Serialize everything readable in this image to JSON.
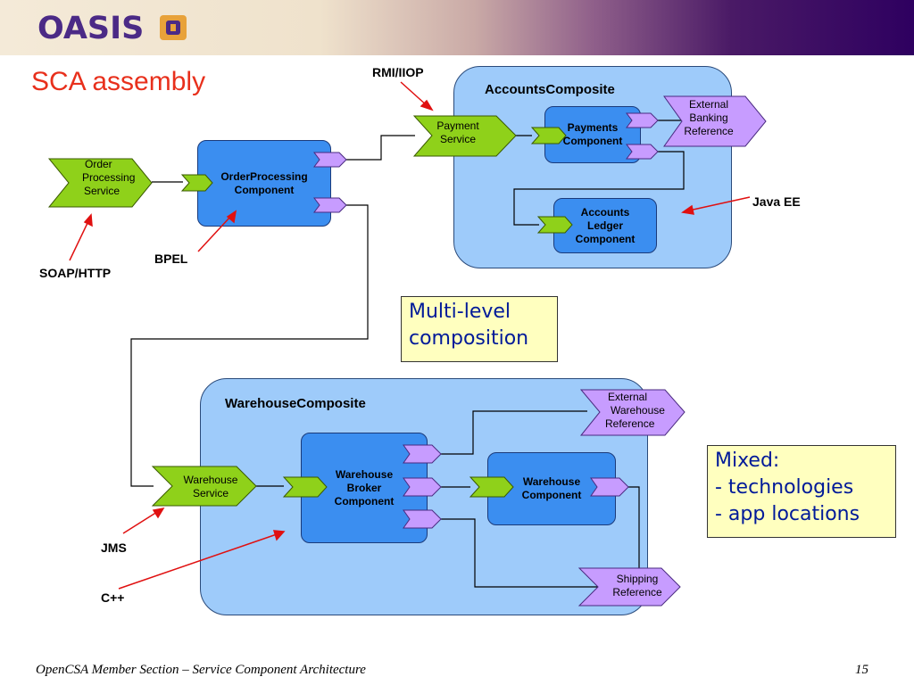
{
  "header": {
    "logo_text": "OASIS"
  },
  "title": "SCA assembly",
  "footer": {
    "text": "OpenCSA Member Section – Service Component Architecture",
    "page": "15"
  },
  "composites": {
    "accounts": {
      "title": "AccountsComposite"
    },
    "warehouse": {
      "title": "WarehouseComposite"
    }
  },
  "components": {
    "order_processing": [
      "OrderProcessing",
      "Component"
    ],
    "payments": [
      "Payments",
      "Component"
    ],
    "accounts_ledger": [
      "Accounts",
      "Ledger",
      "Component"
    ],
    "warehouse_broker": [
      "Warehouse",
      "Broker",
      "Component"
    ],
    "warehouse": [
      "Warehouse",
      "Component"
    ]
  },
  "services": {
    "order_processing": [
      "Order",
      "Processing",
      "Service"
    ],
    "payment": [
      "Payment",
      "Service"
    ],
    "warehouse": [
      "Warehouse",
      "Service"
    ]
  },
  "references": {
    "external_banking": [
      "External",
      "Banking",
      "Reference"
    ],
    "external_warehouse": [
      "External",
      "Warehouse",
      "Reference"
    ],
    "shipping": [
      "Shipping",
      "Reference"
    ]
  },
  "technology_labels": {
    "rmi_iiop": "RMI/IIOP",
    "java_ee": "Java EE",
    "bpel": "BPEL",
    "soap_http": "SOAP/HTTP",
    "jms": "JMS",
    "cpp": "C++"
  },
  "notes": {
    "multilevel": [
      "Multi-level",
      "composition"
    ],
    "mixed": [
      "Mixed:",
      "- technologies",
      "- app locations"
    ]
  },
  "colors": {
    "title": "#e8301c",
    "component": "#3b8ef0",
    "composite": "#9ecbfa",
    "service": "#8fd11a",
    "reference": "#c79cff",
    "note_bg": "#ffffbf",
    "note_text": "#001a99",
    "arrow": "#e01010"
  }
}
